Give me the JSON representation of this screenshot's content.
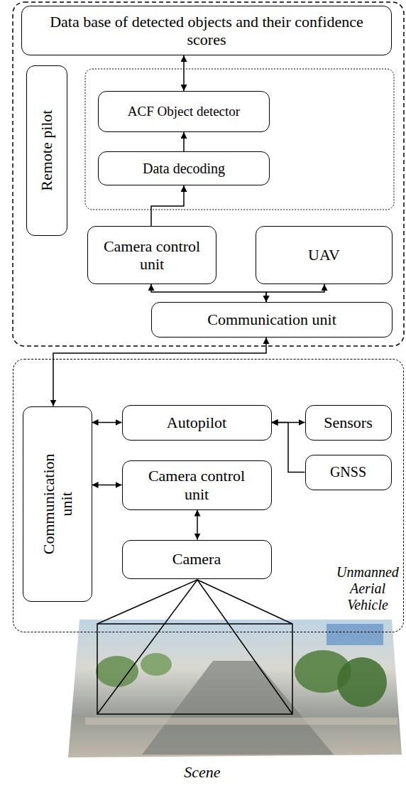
{
  "diagram": {
    "nodes": [
      {
        "text": [
          "Data base of detected objects and their confidence scores"
        ]
      },
      {
        "text": [
          "Remote pilot"
        ]
      },
      {
        "text": [
          "ACF Object detector"
        ]
      },
      {
        "text": [
          "Data decoding"
        ]
      },
      {
        "text": [
          "Camera control unit"
        ]
      },
      {
        "text": [
          "UAV"
        ]
      },
      {
        "text": [
          "Communication unit"
        ]
      },
      {
        "text": [
          "Unmanned Aerial Vehicle"
        ]
      },
      {
        "text": [
          "Communication unit"
        ],
        "in": 7
      },
      {
        "text": [
          "Autopilot"
        ],
        "in": 7
      },
      {
        "text": [
          "Sensors"
        ],
        "in": 7
      },
      {
        "text": [
          "GNSS"
        ],
        "in": 7
      },
      {
        "text": [
          "Camera control unit"
        ],
        "in": 7
      },
      {
        "text": [
          "Camera"
        ],
        "in": 7
      }
    ],
    "edges": [
      {
        "from": 0,
        "to": 2,
        "arrow": "both"
      },
      {
        "from": 3,
        "to": 2,
        "arrow": "to"
      },
      {
        "from": 4,
        "to": 3,
        "arrow": "to"
      },
      {
        "from": 6,
        "to": 4,
        "arrow": "both"
      },
      {
        "from": 6,
        "to": 5,
        "arrow": "both"
      },
      {
        "from": 6,
        "to": 8,
        "arrow": "both"
      },
      {
        "from": 8,
        "to": 9,
        "arrow": "both"
      },
      {
        "from": 8,
        "to": 12,
        "arrow": "both"
      },
      {
        "from": 12,
        "to": 13,
        "arrow": "both"
      },
      {
        "from": 9,
        "to": 10,
        "arrow": "both"
      },
      {
        "from": 11,
        "to": 9,
        "arrow": "to"
      }
    ],
    "labels": [
      "Scene"
    ]
  }
}
